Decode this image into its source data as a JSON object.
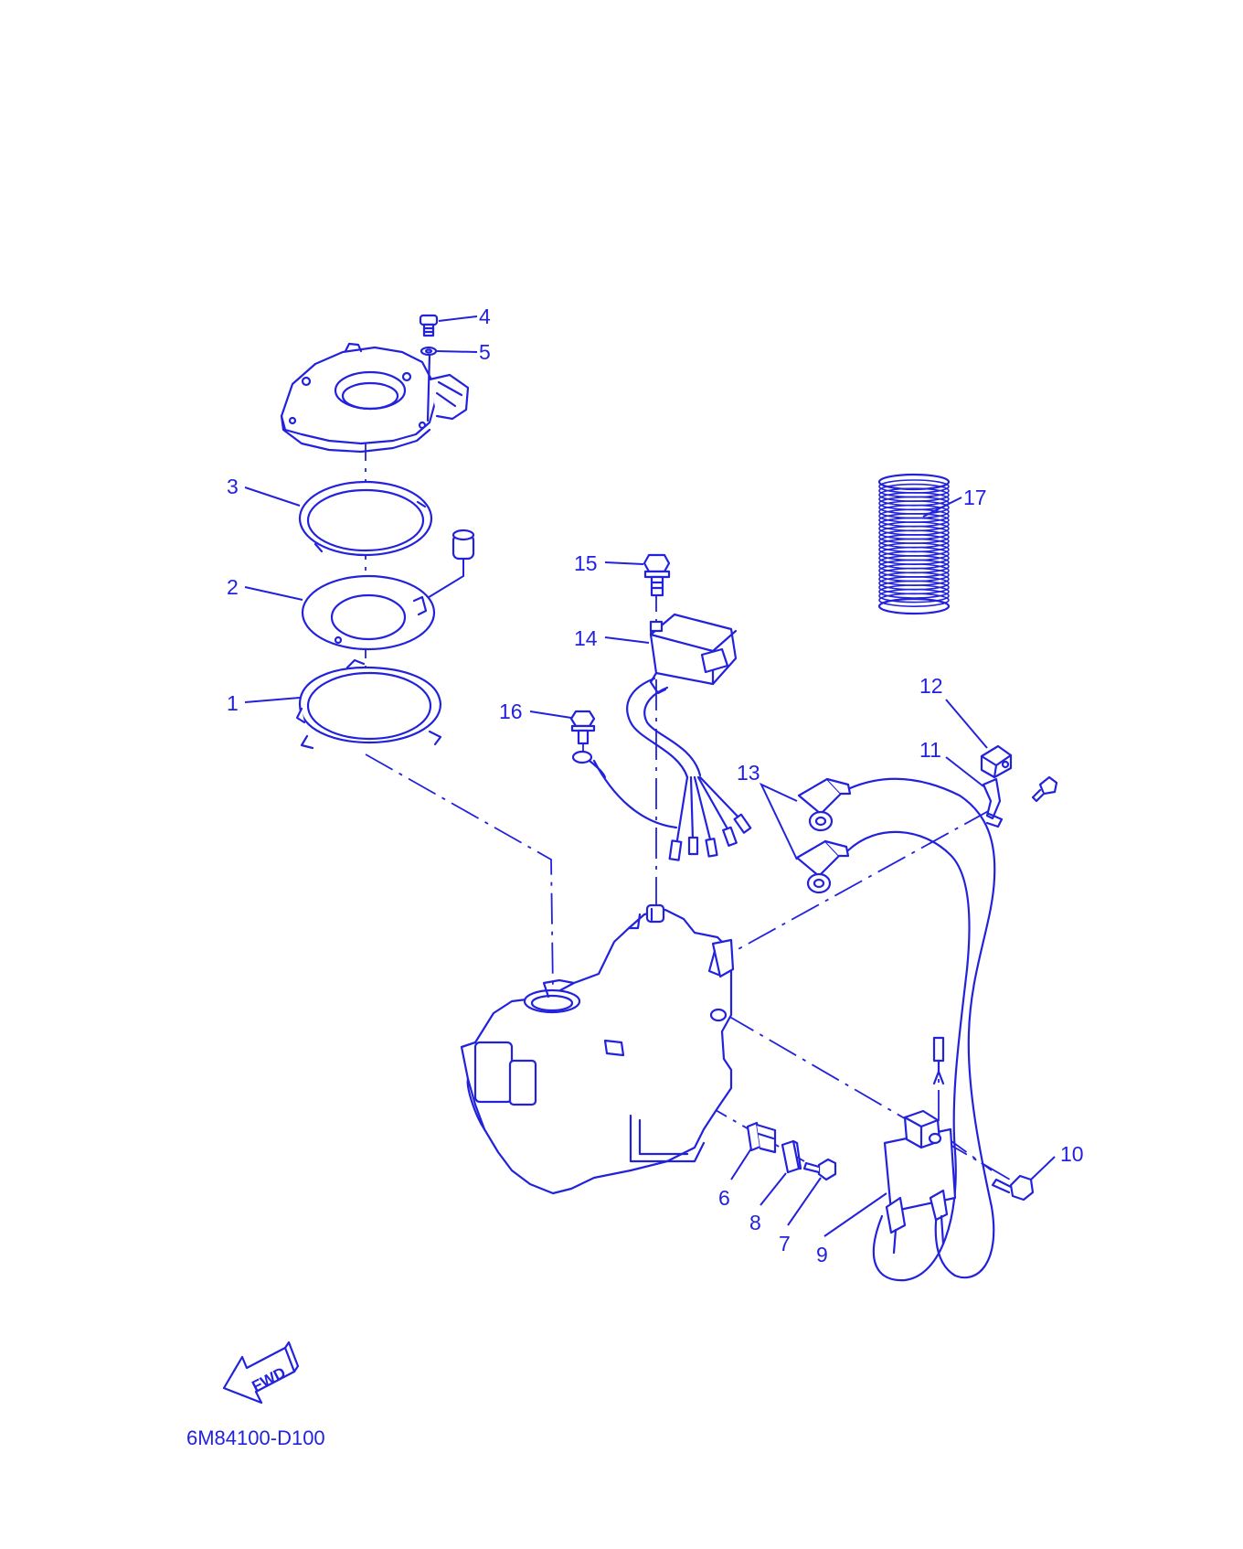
{
  "parts": [
    {
      "id": "part-1",
      "label": "1"
    },
    {
      "id": "part-2",
      "label": "2"
    },
    {
      "id": "part-3",
      "label": "3"
    },
    {
      "id": "part-4",
      "label": "4"
    },
    {
      "id": "part-5",
      "label": "5"
    },
    {
      "id": "part-6",
      "label": "6"
    },
    {
      "id": "part-7",
      "label": "7"
    },
    {
      "id": "part-8",
      "label": "8"
    },
    {
      "id": "part-9",
      "label": "9"
    },
    {
      "id": "part-10",
      "label": "10"
    },
    {
      "id": "part-11",
      "label": "11"
    },
    {
      "id": "part-12",
      "label": "12"
    },
    {
      "id": "part-13",
      "label": "13"
    },
    {
      "id": "part-14",
      "label": "14"
    },
    {
      "id": "part-15",
      "label": "15"
    },
    {
      "id": "part-16",
      "label": "16"
    },
    {
      "id": "part-17",
      "label": "17"
    }
  ],
  "forward_arrow": {
    "label": "FWD"
  },
  "diagram_code": "6M84100-D100",
  "colors": {
    "line": "#2222dd",
    "background": "#ffffff"
  }
}
